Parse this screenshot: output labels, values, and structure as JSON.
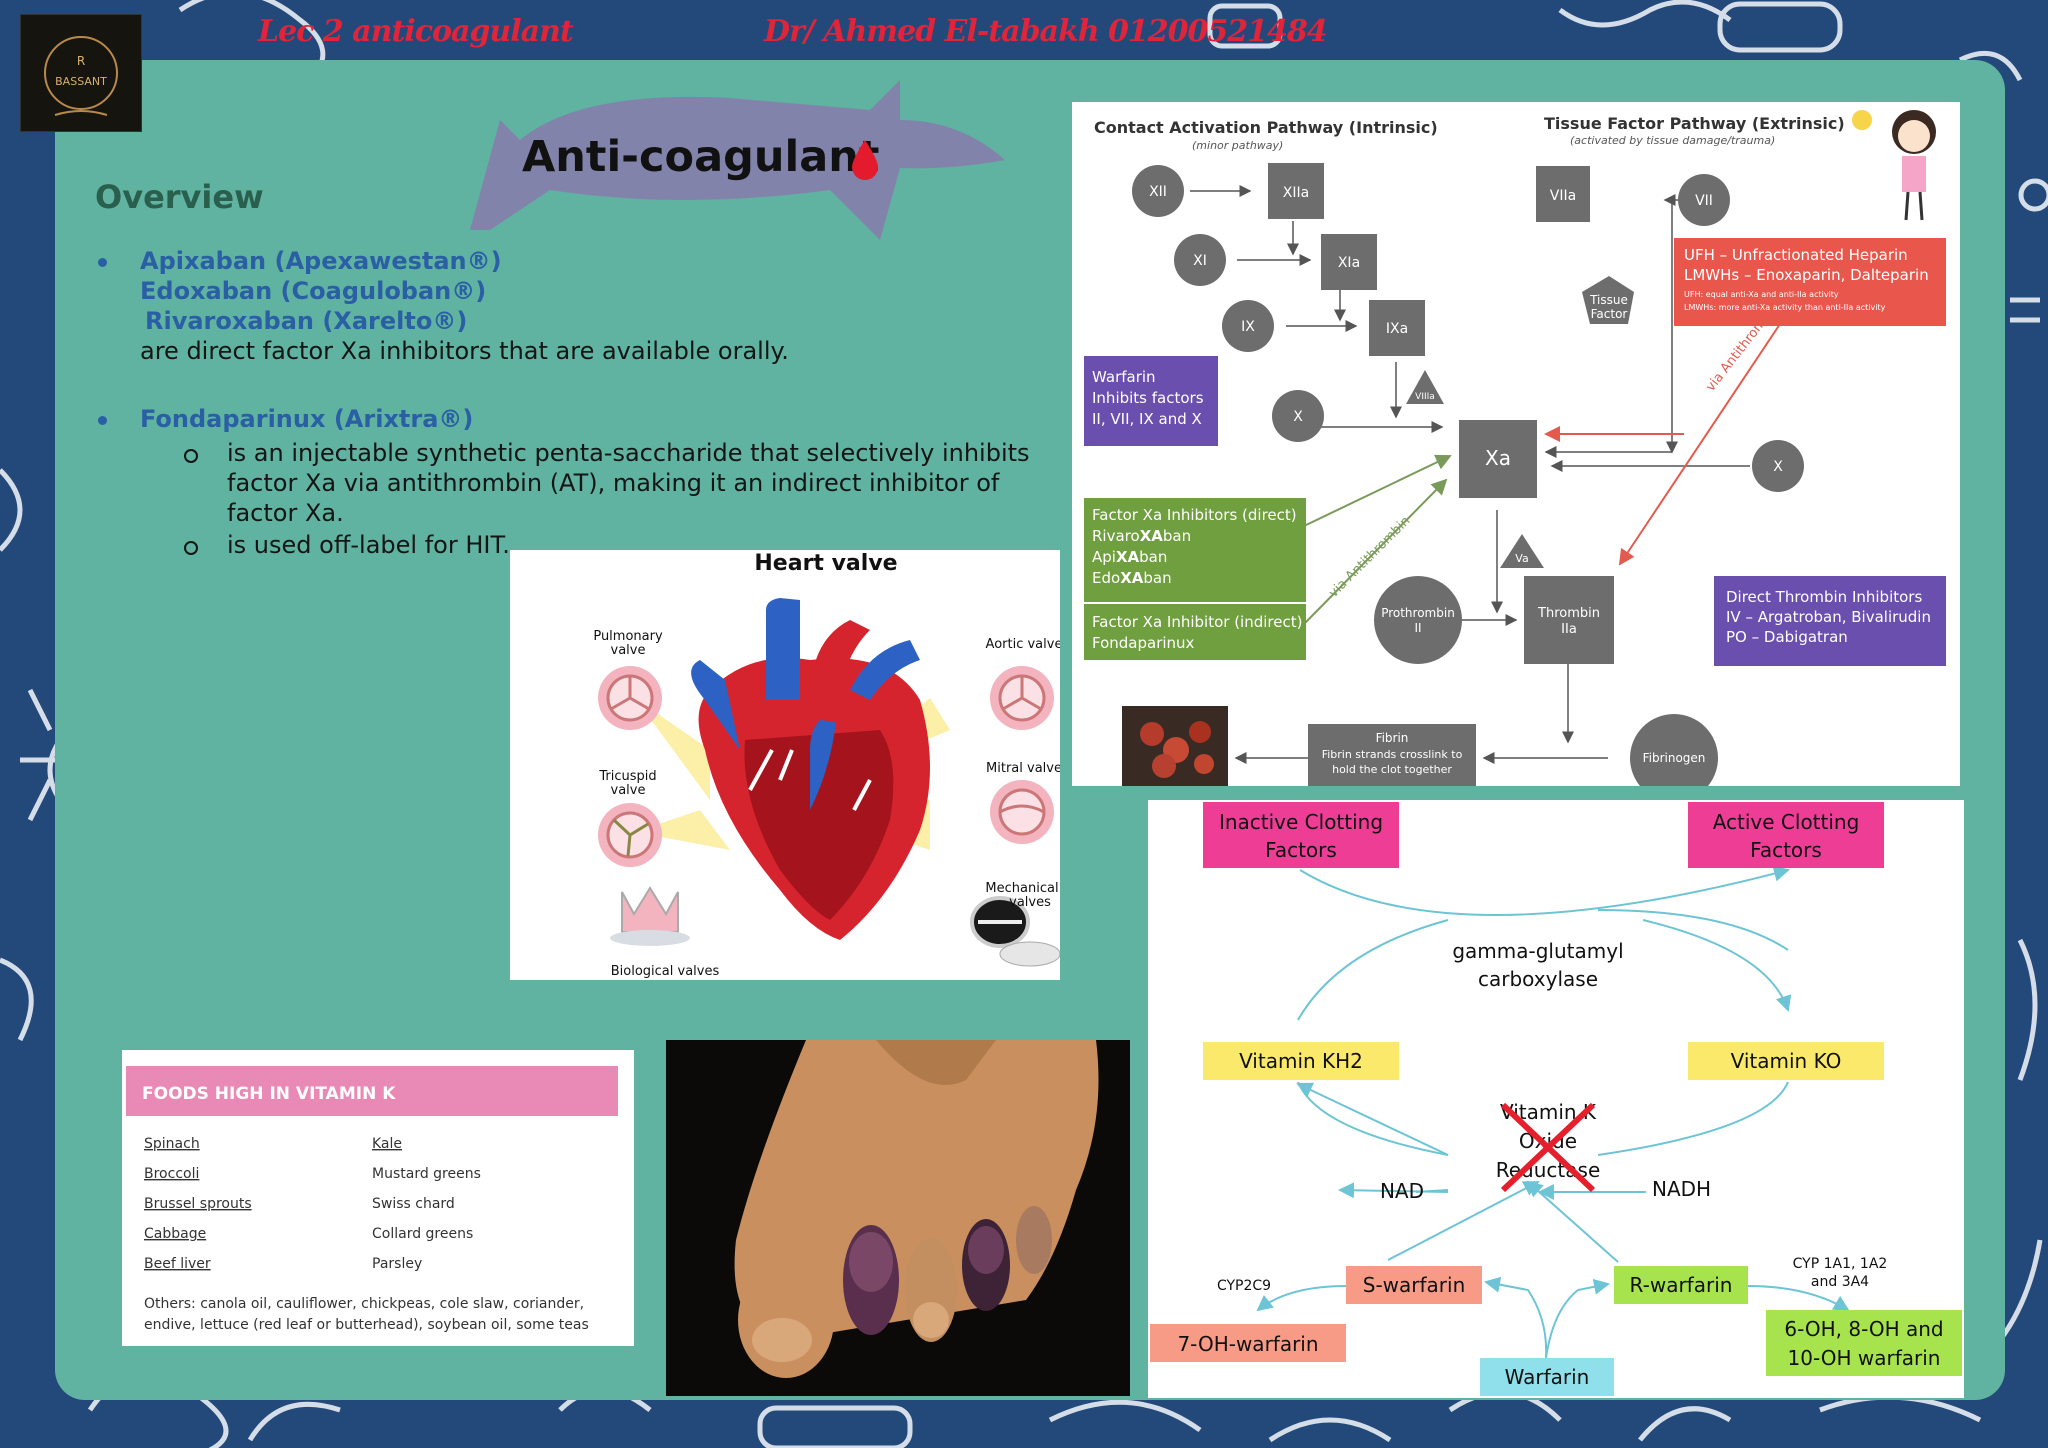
{
  "header": {
    "left_title": "Lec 2 anticoagulant",
    "right_title": "Dr/ Ahmed El-tabakh 01200521484",
    "logo_text": "BASSANT"
  },
  "slide": {
    "title": "Anti-coagulant",
    "overview_heading": "Overview",
    "bullet1": {
      "line1": "Apixaban (Apexawestan®)",
      "line2": "Edoxaban (Coaguloban®)",
      "line3": "Rivaroxaban (Xarelto®)",
      "line4": "are direct factor Xa inhibitors that are available orally."
    },
    "bullet2": {
      "heading": "Fondaparinux (Arixtra®)",
      "sub1_l1": "is an injectable synthetic penta-saccharide that selectively inhibits",
      "sub1_l2": "factor Xa via antithrombin (AT), making it an indirect inhibitor of",
      "sub1_l3": "factor Xa.",
      "sub2": "is used off-label for HIT."
    }
  },
  "coag_diagram": {
    "intrinsic_title": "Contact Activation Pathway (Intrinsic)",
    "intrinsic_sub": "(minor pathway)",
    "extrinsic_title": "Tissue Factor Pathway (Extrinsic)",
    "extrinsic_sub": "(activated by tissue damage/trauma)",
    "nodes": {
      "xii": "XII",
      "xiia": "XIIa",
      "xi": "XI",
      "xia": "XIa",
      "ix": "IX",
      "ixa": "IXa",
      "viiia": "VIIIa",
      "x_left": "X",
      "xa": "Xa",
      "x_right": "X",
      "viia": "VIIa",
      "vii": "VII",
      "tissue_factor_l1": "Tissue",
      "tissue_factor_l2": "Factor",
      "va": "Va",
      "prothrombin_l1": "Prothrombin",
      "prothrombin_l2": "II",
      "thrombin_l1": "Thrombin",
      "thrombin_l2": "IIa",
      "fibrinogen": "Fibrinogen",
      "fibrin_l1": "Fibrin",
      "fibrin_l2": "Fibrin strands crosslink to",
      "fibrin_l3": "hold the clot together"
    },
    "warfarin_box": [
      "Warfarin",
      "Inhibits factors",
      "II, VII, IX and X"
    ],
    "heparin_box": {
      "l1": "UFH – Unfractionated Heparin",
      "l2": "LMWHs – Enoxaparin, Dalteparin",
      "l3": "UFH: equal anti-Xa and anti-IIa activity",
      "l4": "LMWHs: more anti-Xa activity than anti-IIa activity"
    },
    "xa_direct_box": {
      "l1": "Factor Xa Inhibitors (direct)",
      "l2a": "Rivaro",
      "l2b": "XA",
      "l2c": "ban",
      "l3a": "Api",
      "l3b": "XA",
      "l3c": "ban",
      "l4a": "Edo",
      "l4b": "XA",
      "l4c": "ban"
    },
    "xa_indirect_box": [
      "Factor Xa Inhibitor (indirect)",
      "Fondaparinux"
    ],
    "dti_box": [
      "Direct Thrombin Inhibitors",
      "IV – Argatroban, Bivalirudin",
      "PO – Dabigatran"
    ],
    "via_at_1": "via Antithrombin",
    "via_at_2": "via Antithrombin"
  },
  "heart_valve": {
    "title": "Heart valve",
    "pulmonary_l1": "Pulmonary",
    "pulmonary_l2": "valve",
    "aortic": "Aortic valve",
    "tricuspid_l1": "Tricuspid",
    "tricuspid_l2": "valve",
    "mitral": "Mitral valve",
    "mechanical_l1": "Mechanical",
    "mechanical_l2": "valves",
    "biological": "Biological valves"
  },
  "vitk_cycle": {
    "inactive_l1": "Inactive Clotting",
    "inactive_l2": "Factors",
    "active_l1": "Active Clotting",
    "active_l2": "Factors",
    "ggc_l1": "gamma-glutamyl",
    "ggc_l2": "carboxylase",
    "kh2": "Vitamin KH2",
    "ko": "Vitamin KO",
    "vkor_l1": "Vitamin K",
    "vkor_l2": "Oxide",
    "vkor_l3": "Reductase",
    "nad": "NAD",
    "nadh": "NADH",
    "cyp2c9": "CYP2C9",
    "cyp1a_l1": "CYP 1A1, 1A2",
    "cyp1a_l2": "and 3A4",
    "s_warfarin": "S-warfarin",
    "r_warfarin": "R-warfarin",
    "oh7": "7-OH-warfarin",
    "oh6_l1": "6-OH, 8-OH and",
    "oh6_l2": "10-OH warfarin",
    "warfarin": "Warfarin"
  },
  "foods": {
    "header": "FOODS HIGH IN VITAMIN K",
    "left": [
      "Spinach",
      "Broccoli",
      "Brussel sprouts",
      "Cabbage",
      "Beef liver"
    ],
    "right": [
      "Kale",
      "Mustard greens",
      "Swiss chard",
      "Collard greens",
      "Parsley"
    ],
    "others_l1": "Others: canola oil, cauliflower, chickpeas, cole slaw, coriander,",
    "others_l2": "endive, lettuce (red leaf or butterhead), soybean oil, some teas"
  },
  "colors": {
    "background": "#23497a",
    "panel": "#5fb3a0",
    "header_red": "#e0243a",
    "heading_blue": "#2a5fa5",
    "pink": "#ee3d95",
    "yellow": "#fbe96b",
    "salmon": "#f79a86",
    "green": "#a6e34d",
    "cyan": "#8fe0ea"
  }
}
